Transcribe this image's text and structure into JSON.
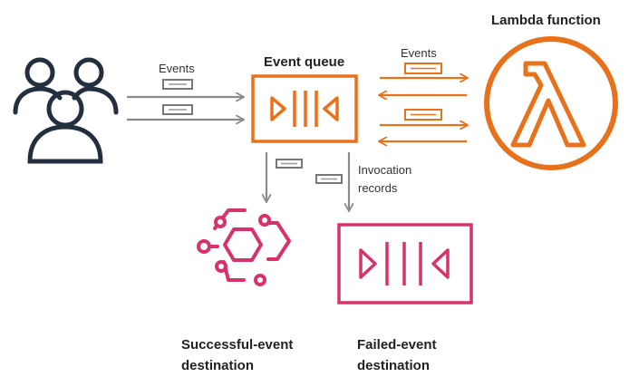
{
  "labels": {
    "events_left": "Events",
    "event_queue": "Event queue",
    "events_right": "Events",
    "lambda_function": "Lambda function",
    "invocation_line1": "Invocation",
    "invocation_line2": "records",
    "success_line1": "Successful-event",
    "success_line2": "destination",
    "failed_line1": "Failed-event",
    "failed_line2": "destination"
  },
  "icons": {
    "users": "users-group-icon",
    "event_queue": "event-queue-icon",
    "lambda": "lambda-function-icon",
    "success": "eventbridge-icon",
    "failed": "failed-queue-icon"
  },
  "colors": {
    "orange": "#E8711C",
    "magenta": "#D6336C",
    "dark": "#232F3E",
    "gray": "#7F7F7F",
    "text": "#222222"
  }
}
